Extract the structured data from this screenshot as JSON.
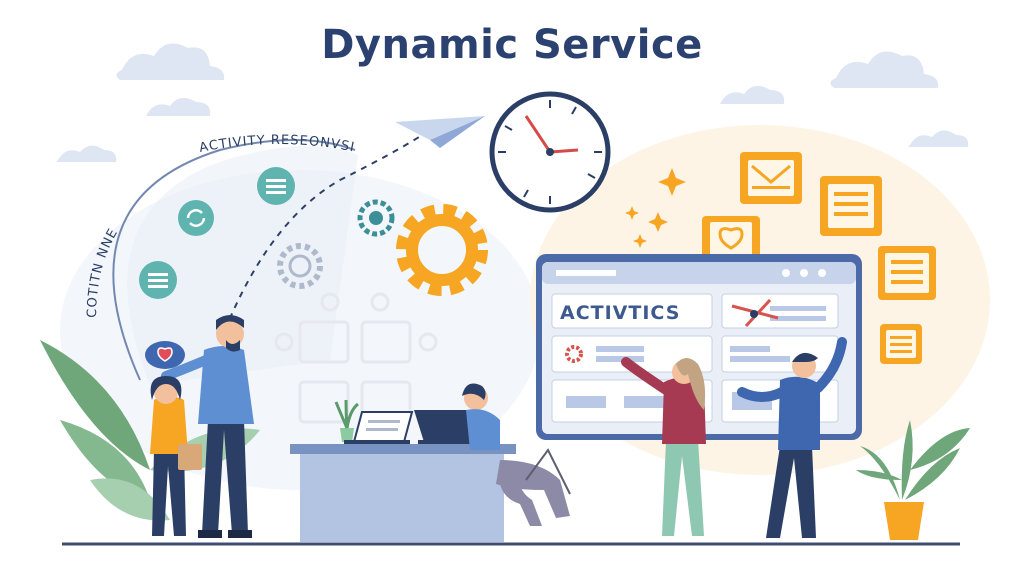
{
  "title": "Dynamic Service",
  "arc_text_outer": "ACTIVITY RESEONVSIS",
  "arc_text_inner": "COTITN NNE",
  "board": {
    "label": "ACTIVTICS"
  },
  "colors": {
    "title": "#2b4170",
    "accent_orange": "#f6a623",
    "accent_blue": "#3f67b0",
    "teal": "#5fb4b0",
    "leaf_green": "#6fa67a"
  }
}
